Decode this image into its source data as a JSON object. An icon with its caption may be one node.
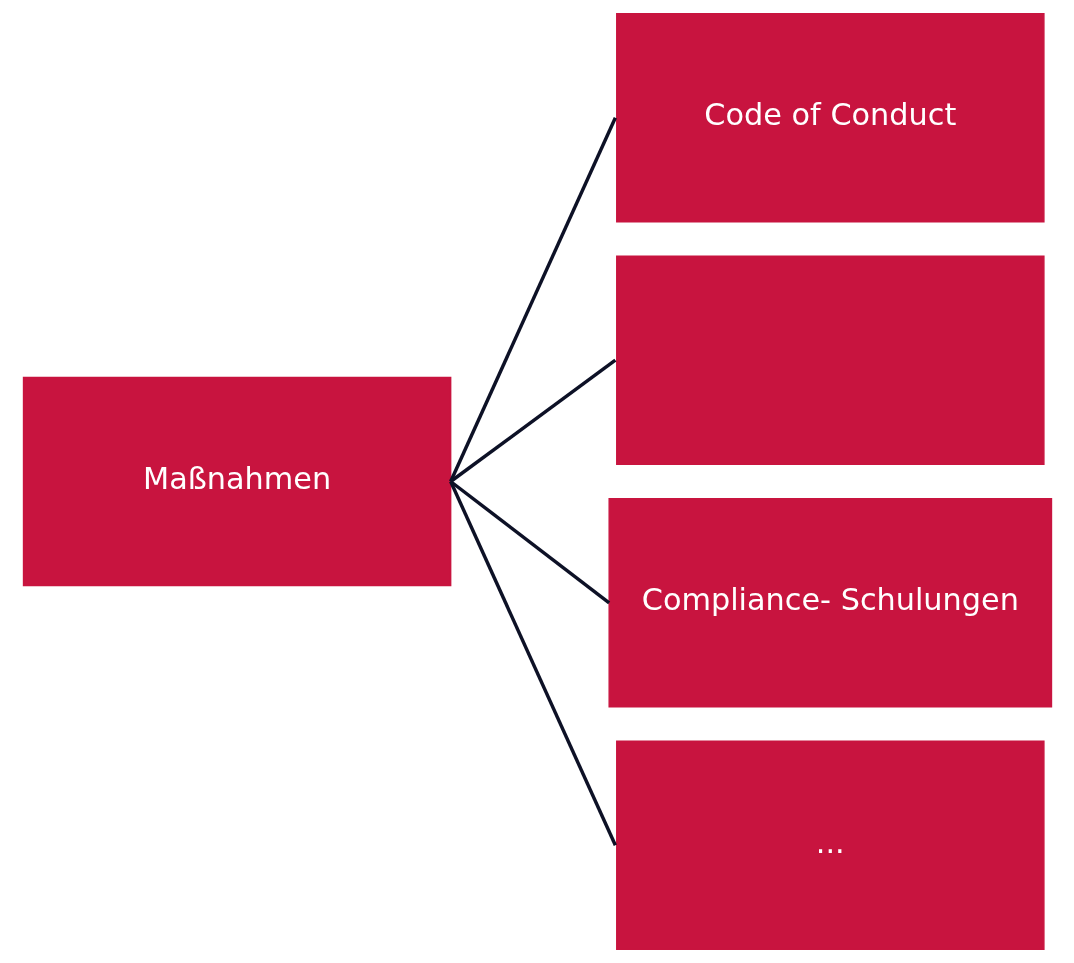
{
  "diagram": {
    "nodes": [
      {
        "text": [
          "Maßnahmen"
        ]
      },
      {
        "text": [
          "Code of Conduct"
        ]
      },
      {
        "text": [],
        "shape": "box"
      },
      {
        "text": [
          "Compliance- Schulungen"
        ]
      },
      {
        "text": [
          "..."
        ]
      }
    ],
    "edges": [
      {
        "from": 0,
        "to": 1,
        "arrow": "none"
      },
      {
        "from": 0,
        "to": 2,
        "arrow": "none"
      },
      {
        "from": 0,
        "to": 3,
        "arrow": "none"
      },
      {
        "from": 0,
        "to": 4,
        "arrow": "none"
      }
    ]
  }
}
